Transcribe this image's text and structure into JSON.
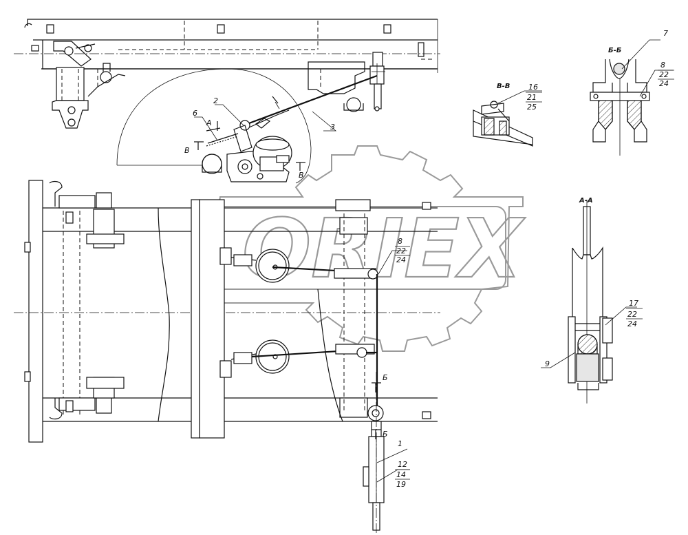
{
  "watermark": {
    "logo": "ORIEX"
  },
  "section_labels": {
    "bb": "Б-Б",
    "vv": "В-В",
    "aa": "А-А",
    "cut_a": "А",
    "cut_v_left": "В",
    "cut_v_right": "В",
    "cut_b_top": "Б",
    "cut_b_bottom": "Б"
  },
  "callouts": {
    "c1": "1",
    "c2": "2",
    "c3": "3",
    "c6": "6",
    "c7": "7",
    "c9": "9",
    "stack_bb": [
      "8",
      "22",
      "24"
    ],
    "stack_vv": [
      "16",
      "21",
      "25"
    ],
    "stack_mid": [
      "8",
      "22",
      "24"
    ],
    "stack_aa": [
      "17",
      "22",
      "24"
    ],
    "stack_bottom": [
      "12",
      "14",
      "19"
    ]
  }
}
